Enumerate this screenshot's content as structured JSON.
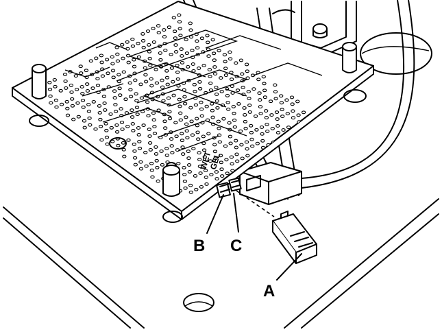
{
  "diagram": {
    "callouts": [
      {
        "id": "A",
        "label": "A"
      },
      {
        "id": "B",
        "label": "B"
      },
      {
        "id": "C",
        "label": "C"
      }
    ],
    "board_marking": {
      "line1": "WET",
      "line2": "GEL"
    }
  }
}
